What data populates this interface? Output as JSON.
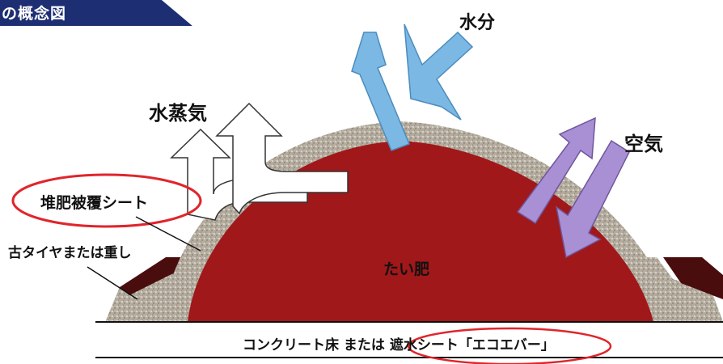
{
  "header": {
    "title": "の概念図"
  },
  "labels": {
    "moisture": "水分",
    "steam": "水蒸気",
    "air": "空気",
    "cover_sheet": "堆肥被覆シート",
    "weights": "古タイヤまたは重し",
    "compost": "たい肥",
    "floor": "コンクリート床 または 遮水シート「エコエバー」"
  },
  "colors": {
    "banner": "#1d2e73",
    "compost": "#a01819",
    "cover": "#b8b1a3",
    "moisture_arrow": "#7cb8e4",
    "air_arrow": "#a98fd3",
    "steam_arrow": "#ffffff",
    "highlight_oval": "#e0252c",
    "weight_block": "#4a0d0d"
  }
}
